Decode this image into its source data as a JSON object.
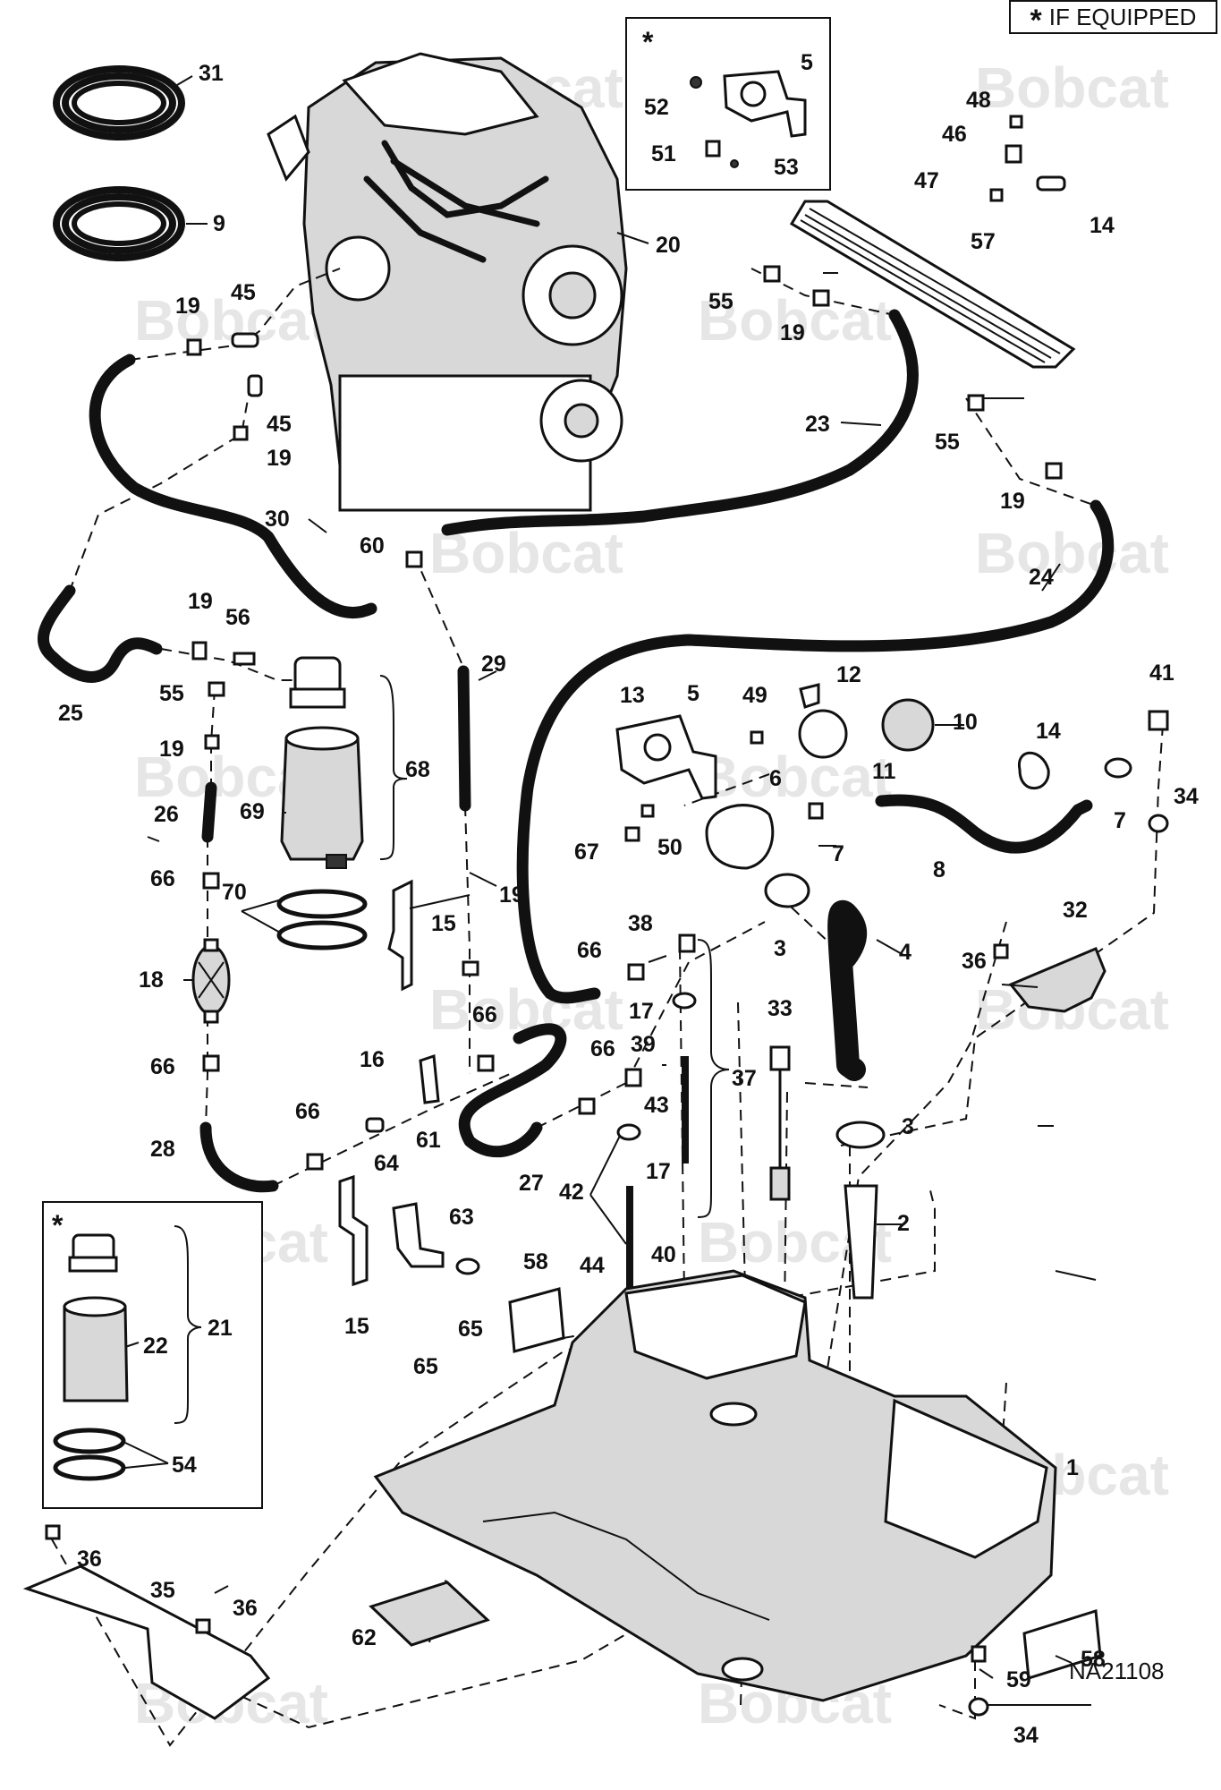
{
  "legend": {
    "star": "*",
    "text": "IF EQUIPPED"
  },
  "drawing_code": "NA21108",
  "watermark": "Bobcat",
  "callouts": {
    "top_inset": {
      "star": "*",
      "labels": [
        "5",
        "52",
        "51",
        "53"
      ]
    },
    "bottom_inset": {
      "star": "*",
      "labels": [
        "21",
        "22",
        "54"
      ]
    },
    "main": [
      "31",
      "9",
      "20",
      "19",
      "45",
      "45",
      "19",
      "30",
      "25",
      "19",
      "56",
      "55",
      "19",
      "26",
      "69",
      "68",
      "66",
      "70",
      "18",
      "66",
      "28",
      "15",
      "16",
      "66",
      "61",
      "64",
      "66",
      "27",
      "29",
      "19",
      "60",
      "23",
      "24",
      "55",
      "19",
      "57",
      "55",
      "19",
      "48",
      "46",
      "47",
      "14",
      "13",
      "5",
      "49",
      "12",
      "10",
      "11",
      "6",
      "67",
      "50",
      "7",
      "7",
      "3",
      "8",
      "14",
      "41",
      "34",
      "66",
      "38",
      "17",
      "39",
      "37",
      "43",
      "17",
      "42",
      "44",
      "40",
      "66",
      "33",
      "4",
      "3",
      "2",
      "32",
      "36",
      "1",
      "58",
      "15",
      "63",
      "65",
      "65",
      "36",
      "35",
      "36",
      "62",
      "58",
      "59",
      "34"
    ]
  }
}
